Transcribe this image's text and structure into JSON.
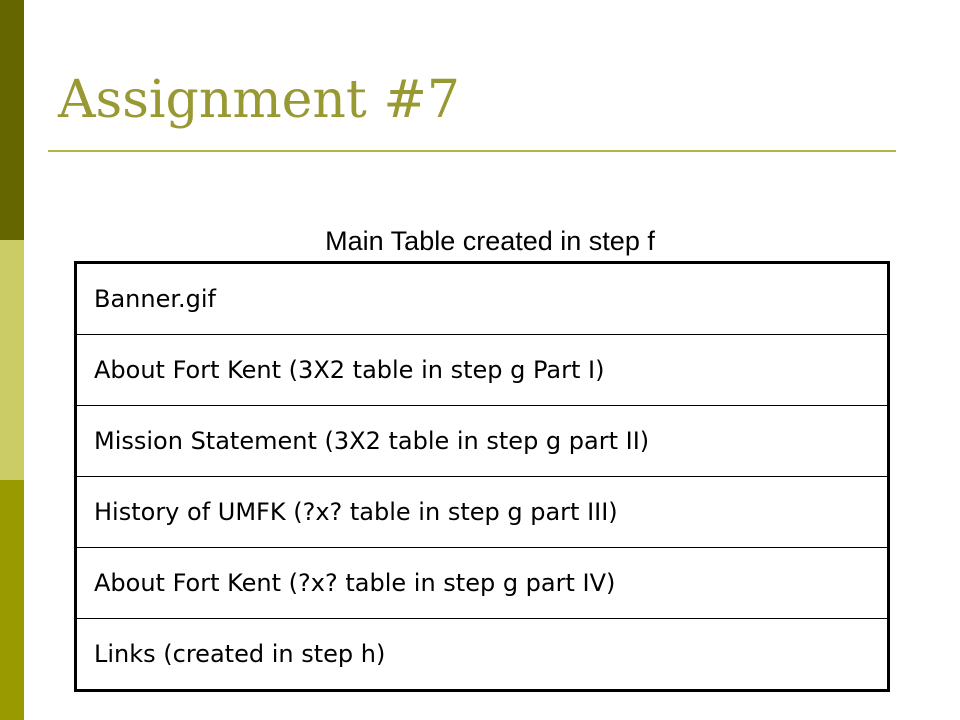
{
  "slide": {
    "title": "Assignment #7",
    "caption": "Main Table created in step f",
    "rows": [
      "Banner.gif",
      "About Fort Kent (3X2 table  in step g Part I)",
      "Mission Statement (3X2 table in step g part II)",
      "History of UMFK  (?x? table in step g part III)",
      "About Fort Kent (?x? table in step g part IV)",
      "Links (created in step h)"
    ]
  },
  "colors": {
    "title": "#999933",
    "sidebar_dark": "#666600",
    "sidebar_light": "#cccc66",
    "sidebar_mid": "#999900"
  }
}
